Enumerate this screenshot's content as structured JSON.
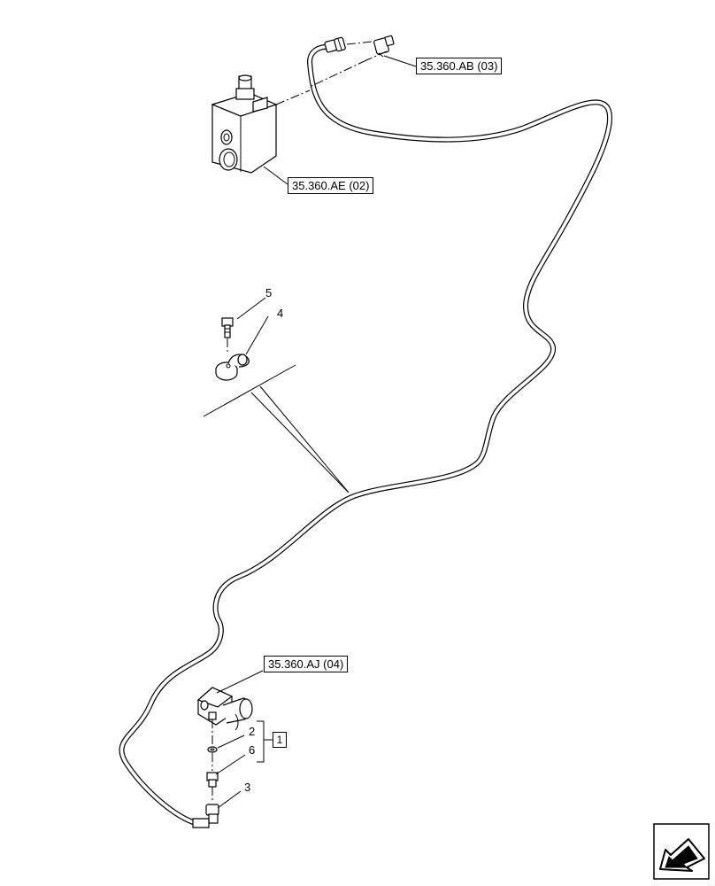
{
  "references": {
    "ref_ab": "35.360.AB (03)",
    "ref_ae": "35.360.AE (02)",
    "ref_aj": "35.360.AJ (04)"
  },
  "callouts": {
    "item_1": "1",
    "item_2": "2",
    "item_3": "3",
    "item_4": "4",
    "item_5": "5",
    "item_6": "6"
  },
  "icons": {
    "navigation": "arrow-left-down-icon"
  },
  "colors": {
    "line": "#000000",
    "background": "#ffffff"
  }
}
